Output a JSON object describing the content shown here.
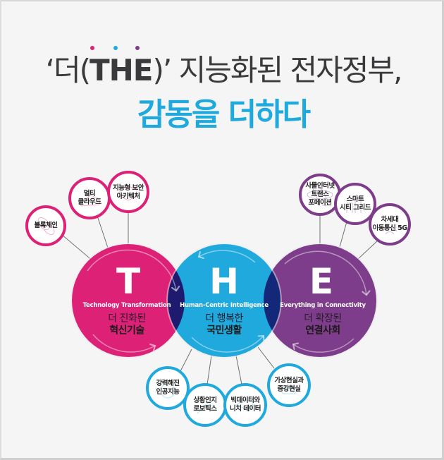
{
  "colors": {
    "background": "#f5f5f5",
    "title_dark": "#3a3a3c",
    "title_blue": "#1fa9dd",
    "pink": "#dd2177",
    "blue": "#1fa9dd",
    "purple": "#7e3d8a",
    "overlap_th": "#1e1a6e",
    "overlap_he": "#14287a",
    "connector_line": "#666666"
  },
  "title": {
    "open_quote": "‘더(",
    "the": "THE",
    "rest": ")’ 지능화된 전자정부,",
    "line2": "감동을 더하다",
    "dot_colors": [
      "#dd2177",
      "#1fa9dd",
      "#7e3d8a"
    ]
  },
  "pillars": [
    {
      "letter": "T",
      "english": "Technology Transformation",
      "korean_line1": "더 진화된",
      "korean_line2": "혁신기술",
      "color": "#dd2177",
      "satellites": [
        {
          "label": "블록체인",
          "icon": "chain-link-icon"
        },
        {
          "label": "멀티\n클라우드",
          "icon": "cloud-icon"
        },
        {
          "label": "지능형 보안\n아키텍처",
          "icon": "shield-icon"
        }
      ]
    },
    {
      "letter": "H",
      "english": "Human-Centric Intelligence",
      "korean_line1": "더 행복한",
      "korean_line2": "국민생활",
      "color": "#1fa9dd",
      "satellites": [
        {
          "label": "강력해진\n인공지능",
          "icon": "gear-brain-icon"
        },
        {
          "label": "상황인지\n로보틱스",
          "icon": "robot-arm-icon"
        },
        {
          "label": "빅데이터와\n니치 데이터",
          "icon": "data-network-icon"
        },
        {
          "label": "가상현실과\n증강현실",
          "icon": "vr-headset-icon"
        }
      ]
    },
    {
      "letter": "E",
      "english": "Everything in Connectivity",
      "korean_line1": "더 확장된",
      "korean_line2": "연결사회",
      "color": "#7e3d8a",
      "satellites": [
        {
          "label": "사물인터넷\n트랜스\n포메이션",
          "icon": "atom-icon"
        },
        {
          "label": "스마트\n시티 그리드",
          "icon": "smart-city-icon"
        },
        {
          "label": "차세대\n이동통신 5G",
          "icon": "wifi-signal-icon"
        }
      ]
    }
  ]
}
